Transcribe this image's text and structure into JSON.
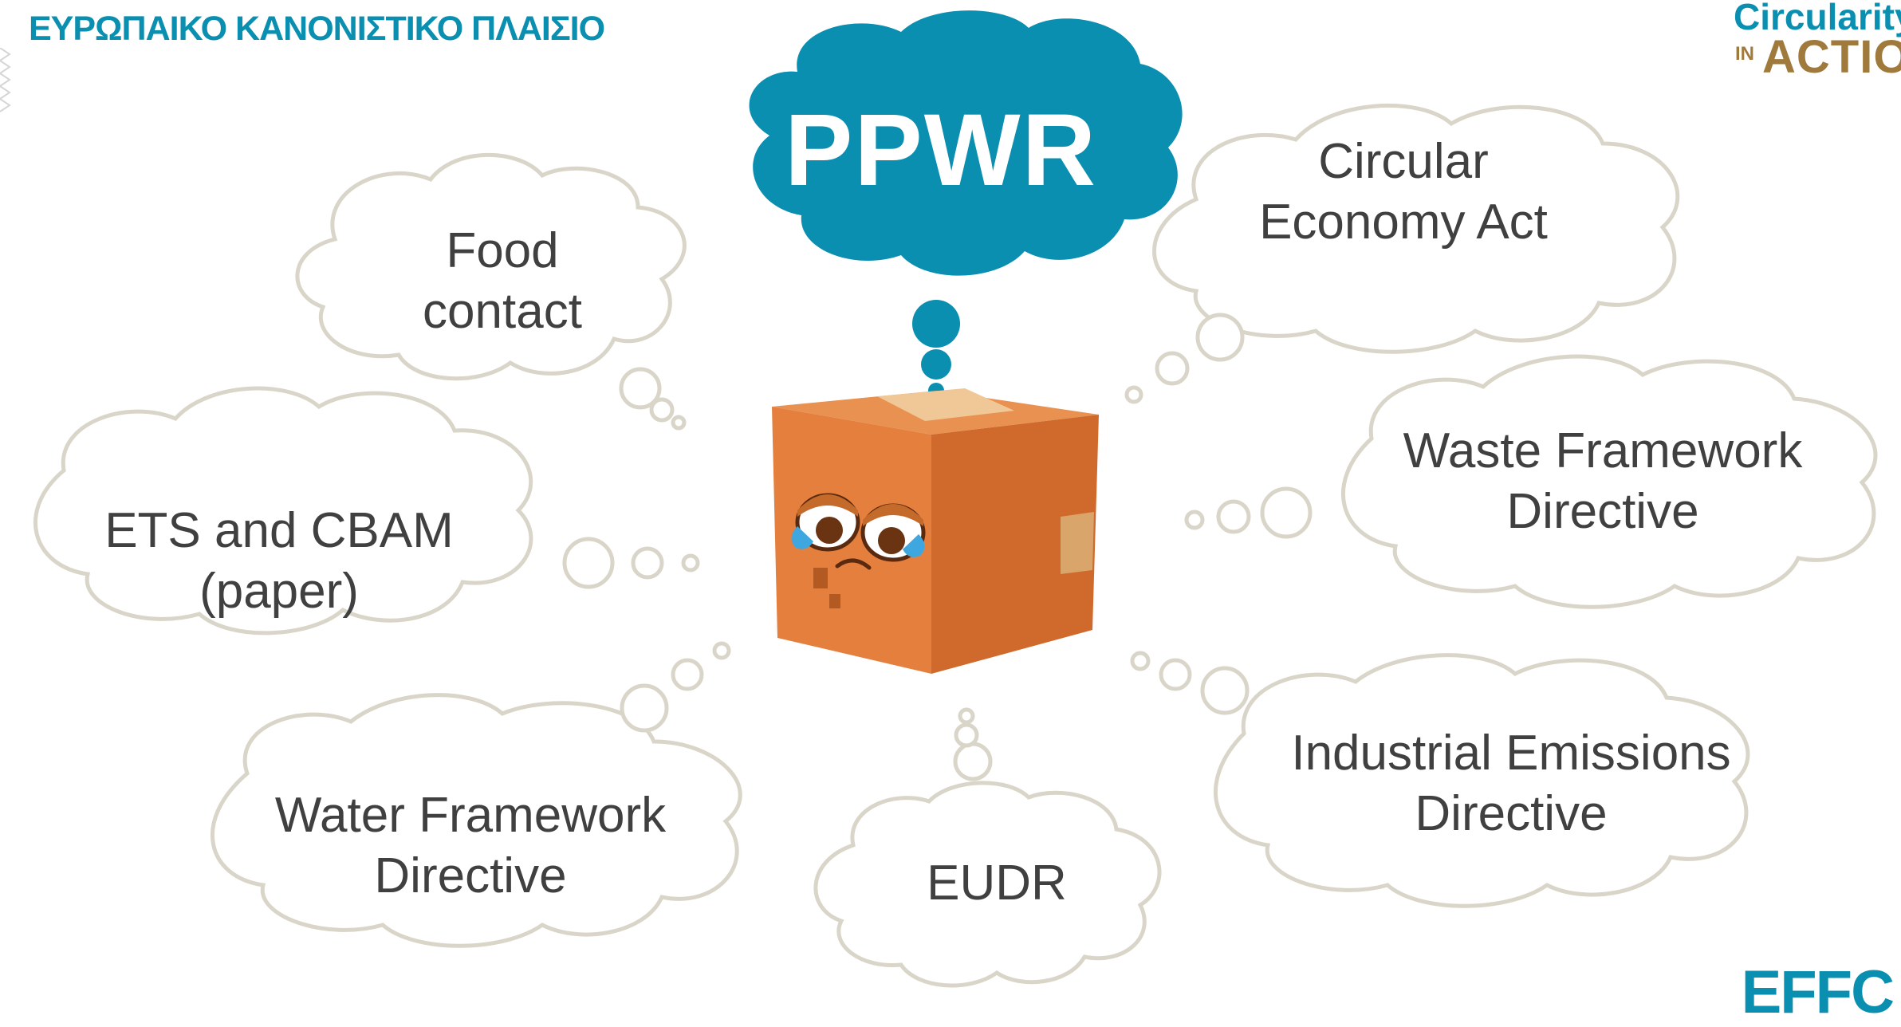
{
  "header": {
    "title": "ΕΥΡΩΠΑΙΚΟ ΚΑΝΟΝΙΣΤΙΚΟ ΠΛΑΙΣΙΟ"
  },
  "logo": {
    "line1": "Circularity",
    "line2_prefix": "IN",
    "line2": "ACTION"
  },
  "center_thought": {
    "label": "PPWR",
    "color": "#0a8fb0"
  },
  "thoughts": {
    "food_contact": [
      "Food",
      "contact"
    ],
    "ets_cbam": [
      "ETS and CBAM",
      "(paper)"
    ],
    "water_framework": [
      "Water Framework",
      "Directive"
    ],
    "eudr": [
      "EUDR"
    ],
    "industrial_emissions": [
      "Industrial Emissions",
      "Directive"
    ],
    "waste_framework": [
      "Waste Framework",
      "Directive"
    ],
    "circular_economy": [
      "Circular",
      "Economy Act"
    ]
  },
  "footer_logo": {
    "text": "EFFC"
  },
  "colors": {
    "accent": "#0a8fb0",
    "cloud_outline": "#d9d5c9",
    "box": "#d9763a",
    "text": "#404040"
  }
}
